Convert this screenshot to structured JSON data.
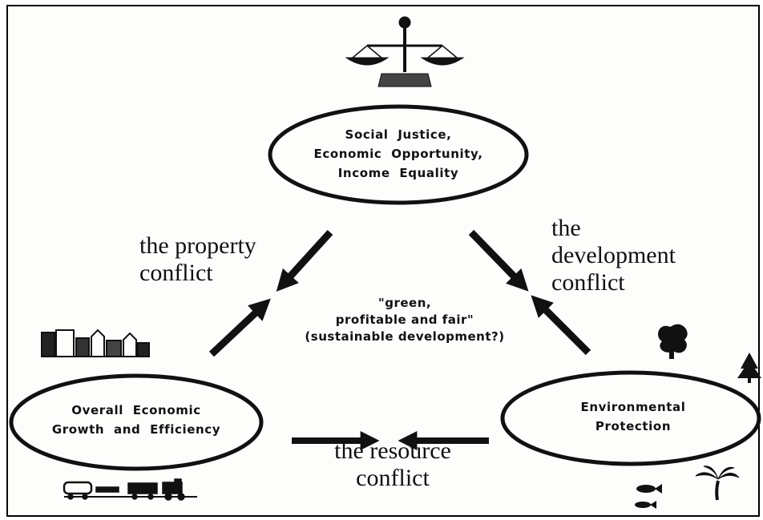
{
  "nodes": {
    "social": [
      "Social Justice,",
      "Economic Opportunity,",
      "Income Equality"
    ],
    "economic": [
      "Overall Economic",
      "Growth and Efficiency"
    ],
    "environmental": [
      "Environmental",
      "Protection"
    ]
  },
  "conflicts": {
    "property": [
      "the property",
      "conflict"
    ],
    "development": [
      "the",
      "development",
      "conflict"
    ],
    "resource": [
      "the resource",
      "conflict"
    ]
  },
  "center": [
    "\"green,",
    "profitable and fair\"",
    "(sustainable development?)"
  ],
  "icons": [
    "scales-of-justice-icon",
    "city-buildings-icon",
    "train-icon",
    "deciduous-tree-icon",
    "pine-tree-icon",
    "fish-icon",
    "palm-tree-icon"
  ],
  "colors": {
    "ink": "#111111",
    "background": "#fdfdfb"
  }
}
